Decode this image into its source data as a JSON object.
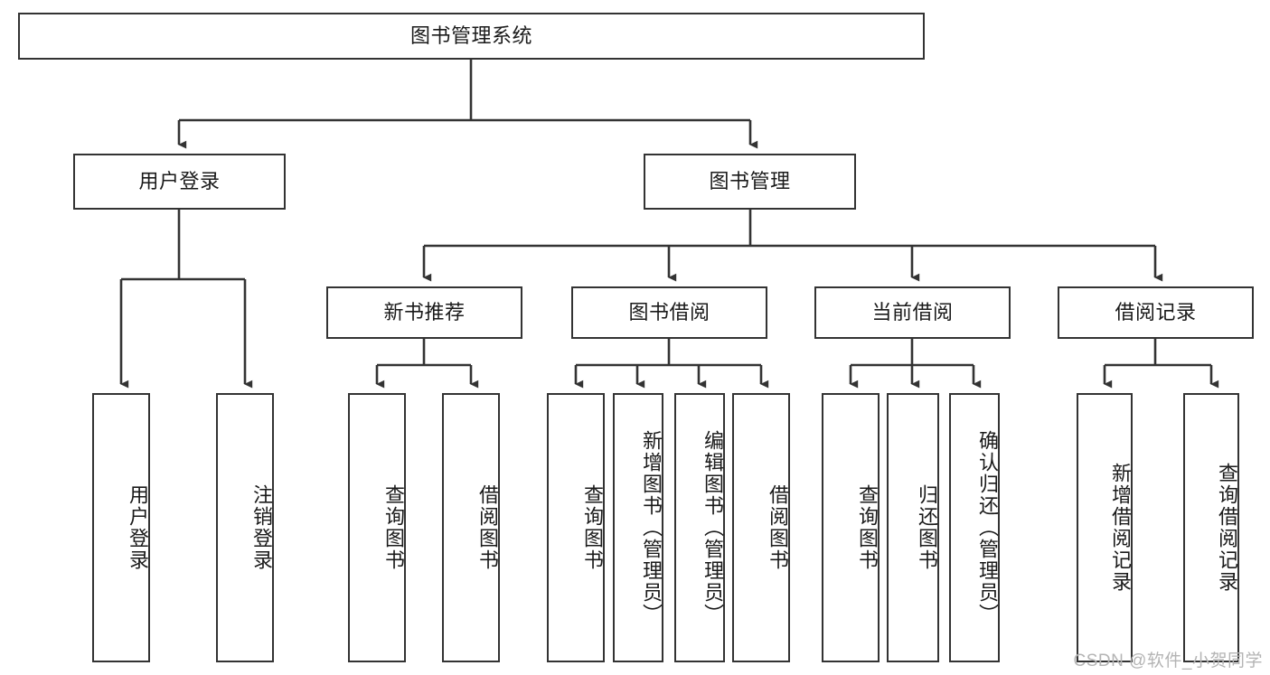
{
  "diagram": {
    "title": "图书管理系统",
    "type": "tree-hierarchy-chart",
    "watermark": "CSDN @软件_小贺同学",
    "colors": {
      "box_border": "#333333",
      "box_fill": "#ffffff",
      "connector": "#333333",
      "text": "#1a1a1a",
      "watermark": "#b4b4b4"
    },
    "root": {
      "label": "图书管理系统",
      "orientation": "horizontal"
    },
    "level2": [
      {
        "label": "用户登录",
        "orientation": "horizontal"
      },
      {
        "label": "图书管理",
        "orientation": "horizontal"
      }
    ],
    "level3": [
      {
        "label": "新书推荐",
        "orientation": "horizontal"
      },
      {
        "label": "图书借阅",
        "orientation": "horizontal"
      },
      {
        "label": "当前借阅",
        "orientation": "horizontal"
      },
      {
        "label": "借阅记录",
        "orientation": "horizontal"
      }
    ],
    "leaves": {
      "user_login": [
        {
          "label": "用户登录",
          "orientation": "vertical"
        },
        {
          "label": "注销登录",
          "orientation": "vertical"
        }
      ],
      "new_book_recommend": [
        {
          "label": "查询图书",
          "orientation": "vertical"
        },
        {
          "label": "借阅图书",
          "orientation": "vertical"
        }
      ],
      "book_borrow": [
        {
          "label": "查询图书",
          "orientation": "vertical"
        },
        {
          "label": "新增图书（管理员）",
          "orientation": "vertical"
        },
        {
          "label": "编辑图书（管理员）",
          "orientation": "vertical"
        },
        {
          "label": "借阅图书",
          "orientation": "vertical"
        }
      ],
      "current_borrow": [
        {
          "label": "查询图书",
          "orientation": "vertical"
        },
        {
          "label": "归还图书",
          "orientation": "vertical"
        },
        {
          "label": "确认归还（管理员）",
          "orientation": "vertical"
        }
      ],
      "borrow_record": [
        {
          "label": "新增借阅记录",
          "orientation": "vertical"
        },
        {
          "label": "查询借阅记录",
          "orientation": "vertical"
        }
      ]
    }
  }
}
